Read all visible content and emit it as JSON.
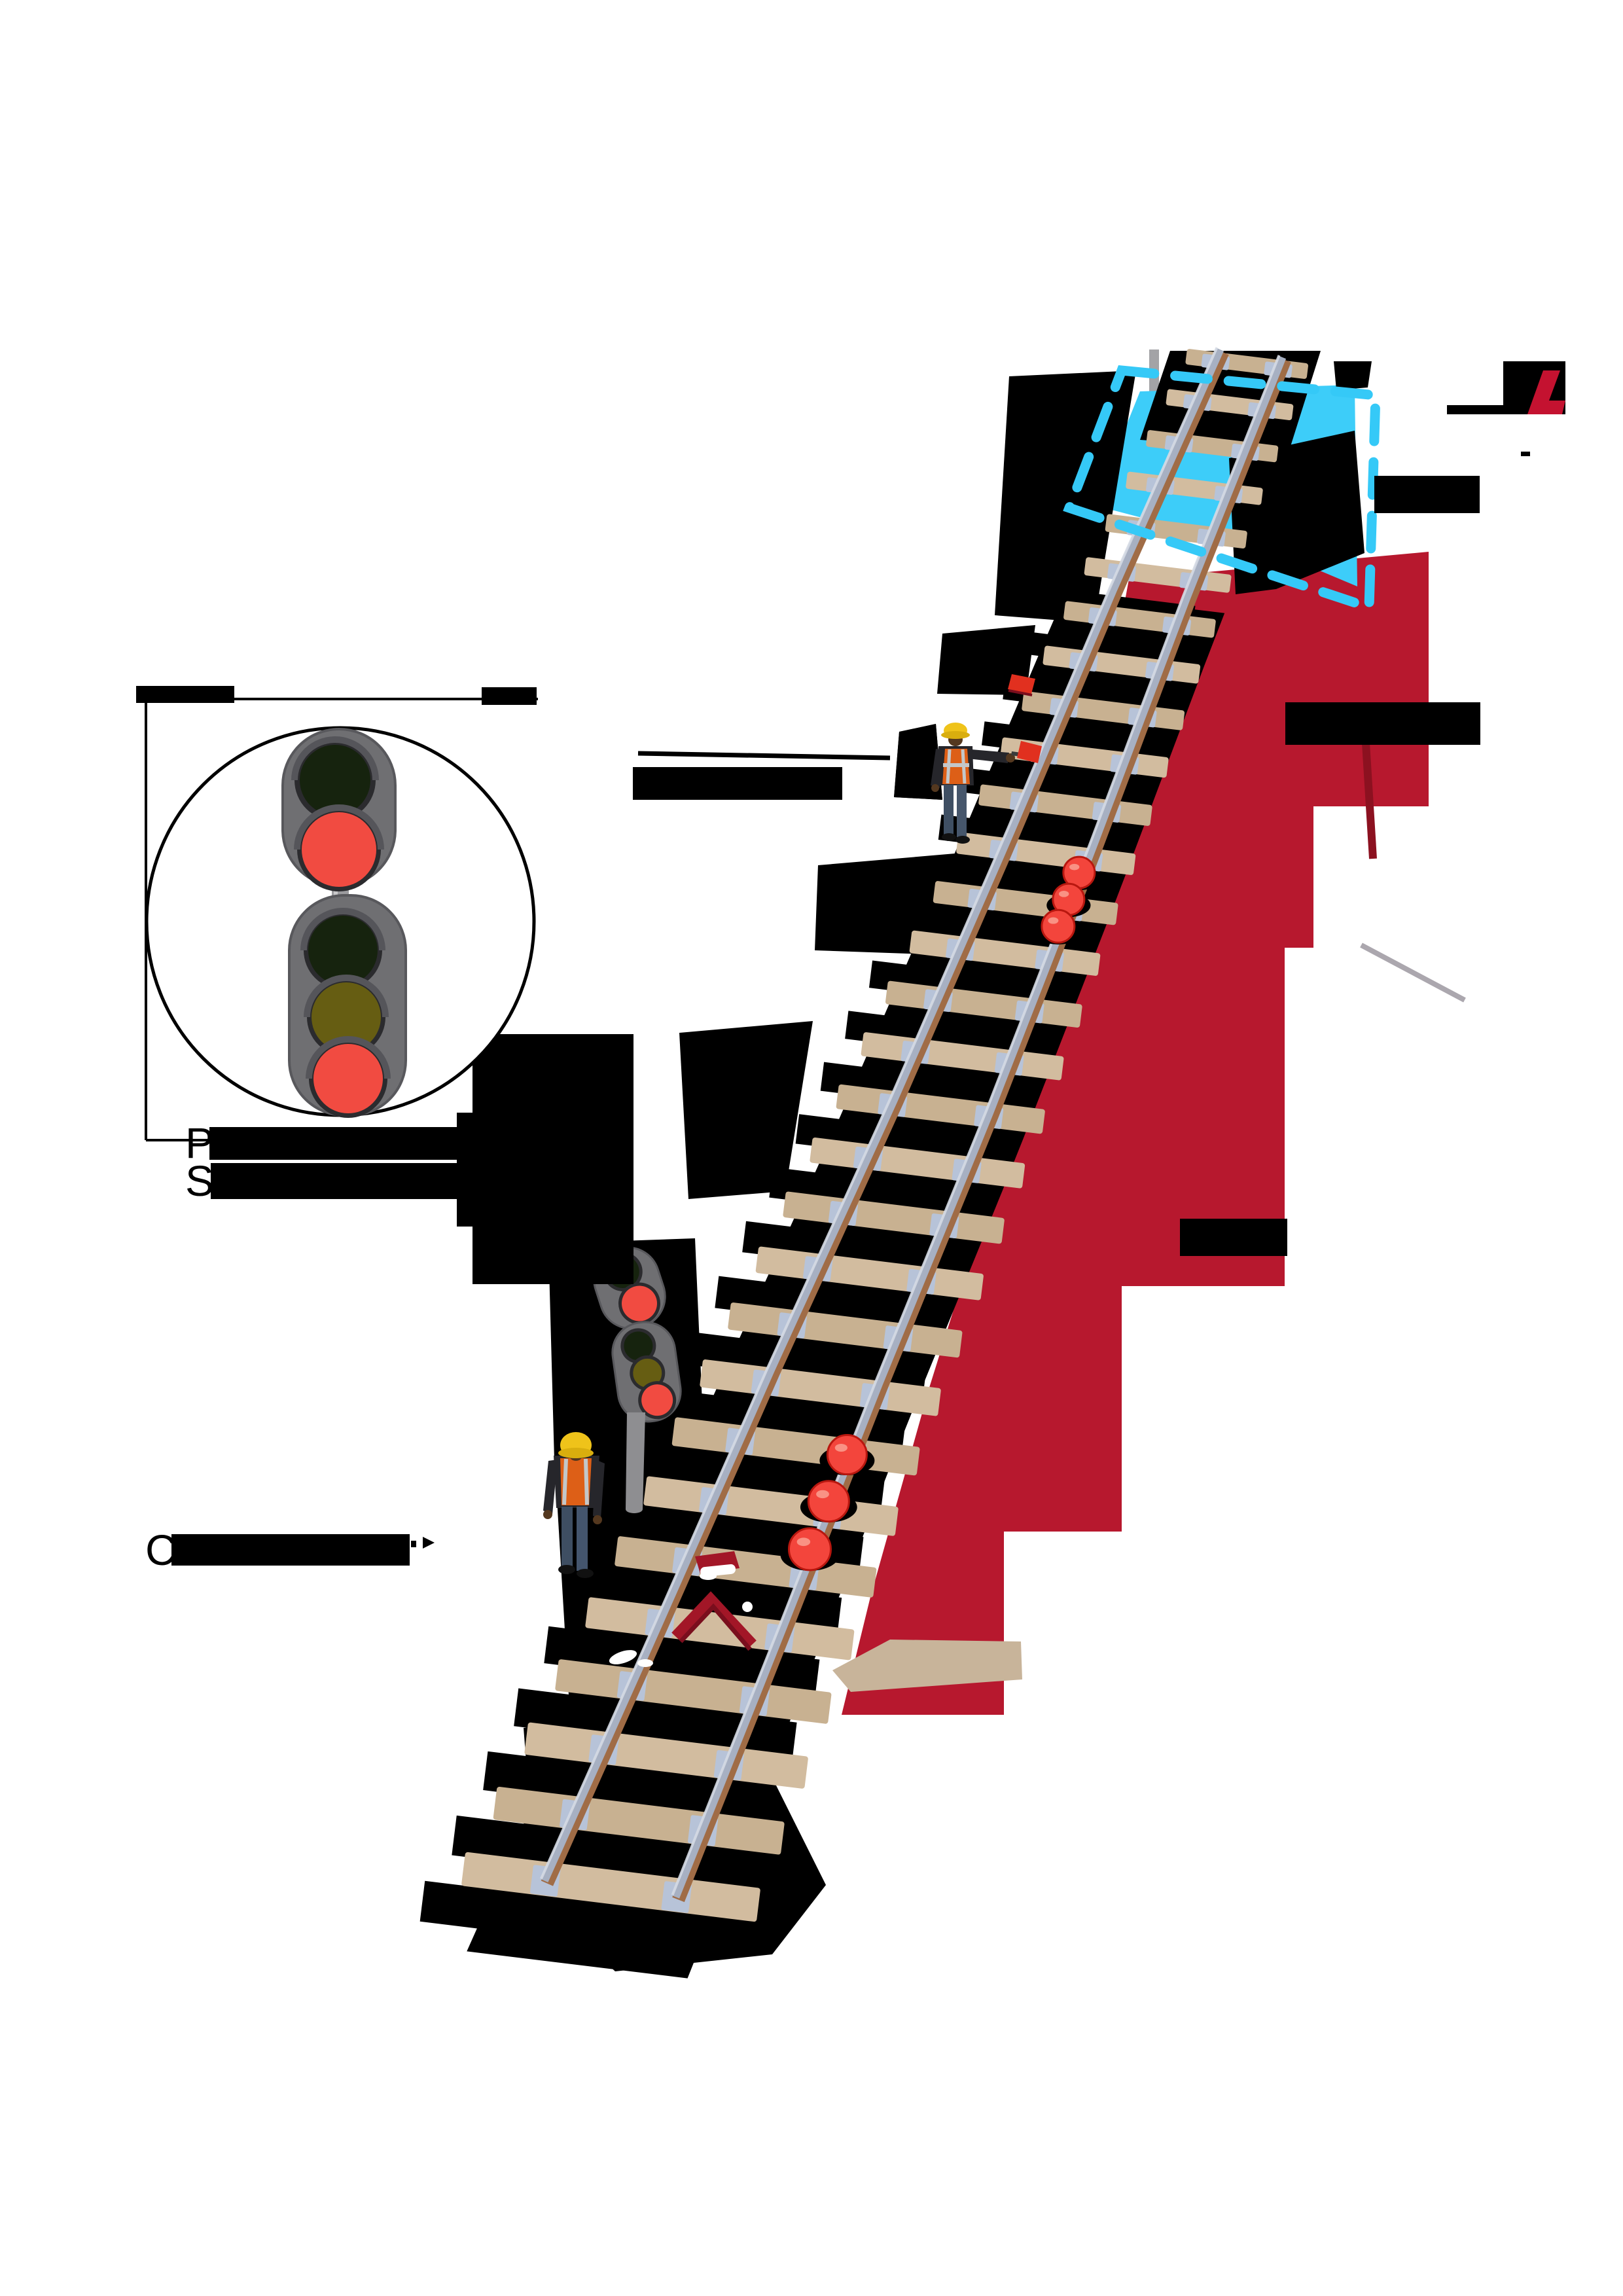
{
  "diagram": {
    "visible_letters": {
      "left_label_line1": "P",
      "left_label_line2": "S",
      "bottom_left_label": "C"
    },
    "signals": {
      "inset_magnifier": {
        "upper_head_aspects": [
          "green-unlit",
          "red-lit"
        ],
        "lower_head_aspects": [
          "green-unlit",
          "yellow-unlit",
          "red-lit"
        ]
      },
      "trackside": {
        "upper_head_aspects": [
          "green-unlit",
          "red-lit"
        ],
        "lower_head_aspects": [
          "green-unlit",
          "yellow-unlit",
          "red-lit"
        ]
      }
    },
    "detonators": {
      "upper_group_count": 3,
      "lower_group_count": 3
    },
    "workers": {
      "count": 2,
      "hand_flag_color": "red"
    },
    "level_crossing": {
      "highlight_style": "dashed-outline"
    }
  },
  "colors": {
    "background": "#FFFFFF",
    "danger_zone_red": "#B7182E",
    "danger_zone_dark_red": "#8C1120",
    "crossing_cyan": "#3DCDF9",
    "shadow_black": "#000000",
    "sleeper_tan": "#D2BC9F",
    "sleeper_tan_alt": "#C8B191",
    "rail_grey": "#A7B0C2",
    "rail_highlight": "#D5DAE4",
    "rail_brown": "#A06C46",
    "baseplate_grey": "#B7C3D8",
    "detonator_red": "#F3453C",
    "detonator_dark_red": "#B8170F",
    "hand_flag_red": "#E1301F",
    "limit_board_red": "#A21627",
    "signal_body_grey": "#6F6F72",
    "signal_recess_grey": "#2B2B2E",
    "lens_green_unlit": "#16230E",
    "lens_yellow_unlit": "#665D12",
    "lens_red_lit": "#F14B41",
    "pole_grey": "#9B9B9E",
    "hard_hat_yellow": "#EFC31A",
    "vest_orange": "#DD5F17",
    "jeans_blue": "#46566B",
    "jacket_black": "#26262B",
    "skin_brown": "#54381F",
    "logo_red": "#C41230",
    "redaction_black": "#000000"
  }
}
